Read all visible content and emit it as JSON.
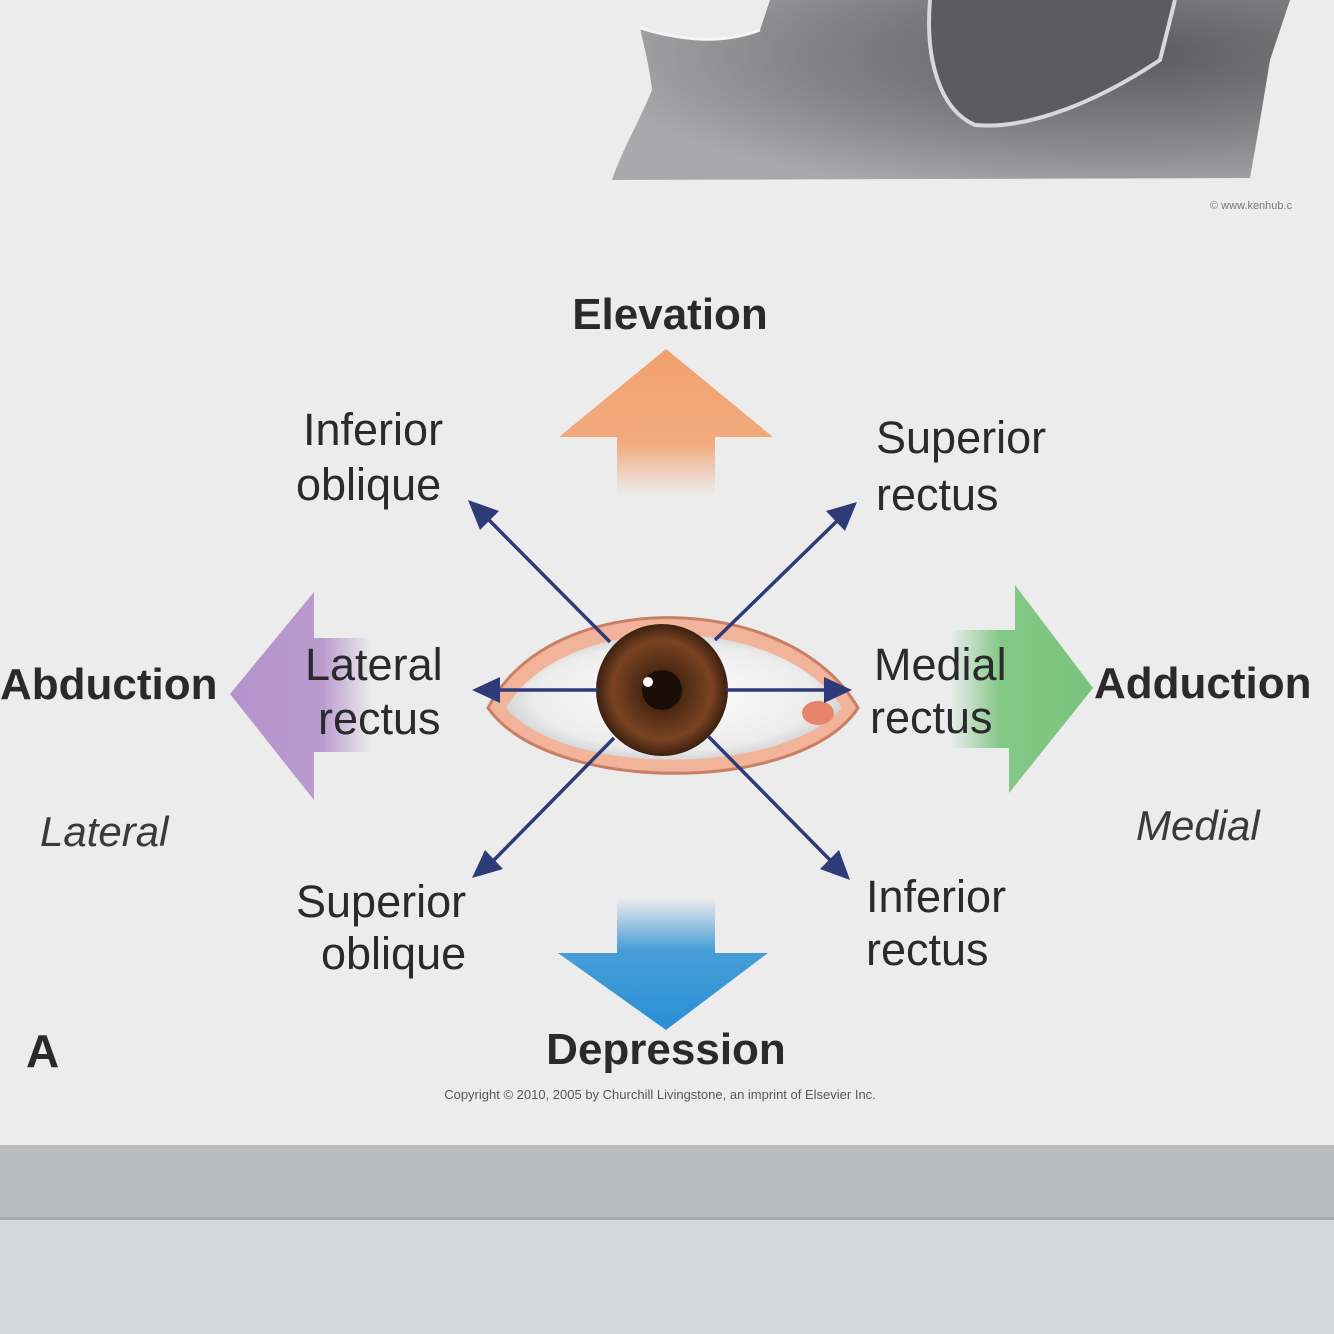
{
  "figure": {
    "panel_label": "A",
    "directions": {
      "up": "Elevation",
      "down": "Depression",
      "left": "Abduction",
      "right": "Adduction"
    },
    "sides": {
      "left": "Lateral",
      "right": "Medial"
    },
    "muscles": {
      "inferior_oblique": [
        "Inferior",
        "oblique"
      ],
      "superior_rectus": [
        "Superior",
        "rectus"
      ],
      "lateral_rectus": [
        "Lateral",
        "rectus"
      ],
      "medial_rectus": [
        "Medial",
        "rectus"
      ],
      "superior_oblique": [
        "Superior",
        "oblique"
      ],
      "inferior_rectus": [
        "Inferior",
        "rectus"
      ]
    },
    "copyright": "Copyright © 2010, 2005 by Churchill Livingstone, an imprint of Elsevier Inc.",
    "watermark": "© www.kenhub.c"
  },
  "colors": {
    "elevation_arrow": "#f2a06c",
    "depression_arrow": "#2a8fd4",
    "abduction_arrow": "#b592cb",
    "adduction_arrow": "#79c47c",
    "muscle_arrow": "#2f3a78",
    "iris": "#6b3a1e"
  }
}
